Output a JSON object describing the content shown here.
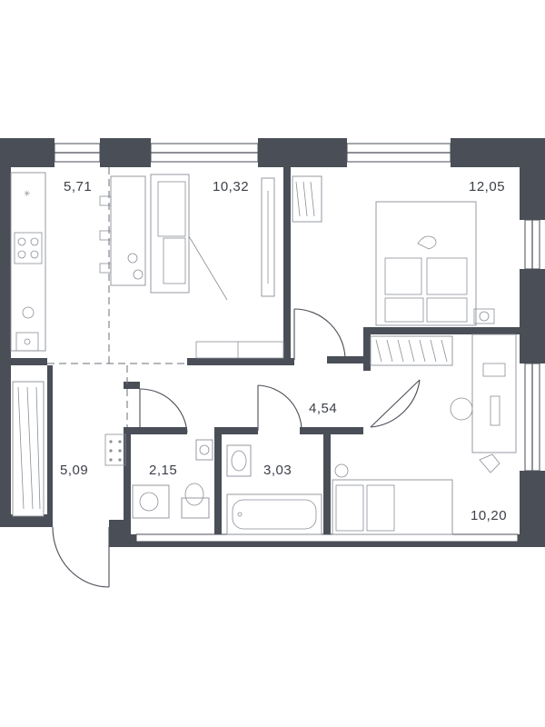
{
  "plan": {
    "areas": [
      {
        "id": "kitchen",
        "value": "5,71"
      },
      {
        "id": "living-room",
        "value": "10,32"
      },
      {
        "id": "bedroom-1",
        "value": "12,05"
      },
      {
        "id": "hall",
        "value": "4,54"
      },
      {
        "id": "entrance",
        "value": "5,09"
      },
      {
        "id": "wc",
        "value": "2,15"
      },
      {
        "id": "bathroom",
        "value": "3,03"
      },
      {
        "id": "bedroom-2",
        "value": "10,20"
      }
    ]
  }
}
